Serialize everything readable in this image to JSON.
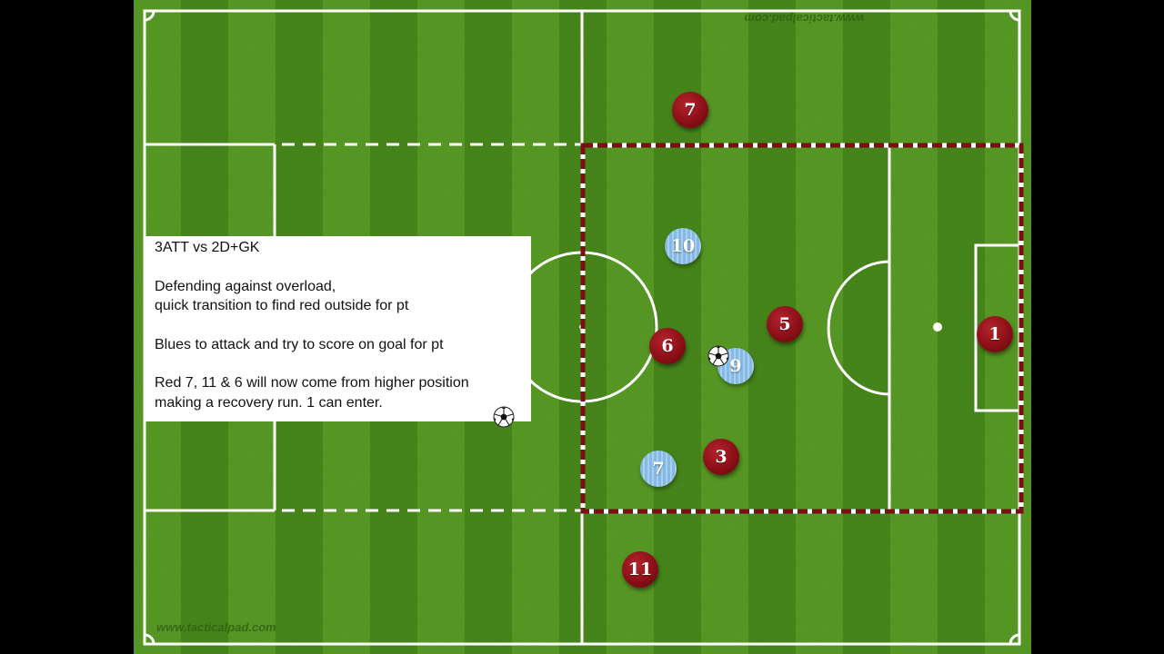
{
  "info": {
    "lines": [
      "3ATT vs 2D+GK",
      "Defending against overload,",
      "quick transition to find red outside for pt",
      "Blues to attack and try to score on goal for pt",
      "Red 7, 11 & 6 will now come from higher position",
      "making a recovery run. 1 can enter."
    ]
  },
  "watermarks": {
    "bottom": "www.tacticalpad.com",
    "top": "www.tacticalpad.com"
  },
  "players": [
    {
      "id": "red-7",
      "team": "red",
      "number": "7"
    },
    {
      "id": "red-6",
      "team": "red",
      "number": "6"
    },
    {
      "id": "red-5",
      "team": "red",
      "number": "5"
    },
    {
      "id": "red-3",
      "team": "red",
      "number": "3"
    },
    {
      "id": "red-11",
      "team": "red",
      "number": "11"
    },
    {
      "id": "red-1",
      "team": "red",
      "number": "1"
    },
    {
      "id": "blue-10",
      "team": "blue",
      "number": "10"
    },
    {
      "id": "blue-9",
      "team": "blue",
      "number": "9"
    },
    {
      "id": "blue-7",
      "team": "blue",
      "number": "7"
    }
  ],
  "colors": {
    "red_team": "#8c0f17",
    "blue_team": "#86b9e4",
    "grass_light": "#5f9f28",
    "grass_dark": "#4d8b1e",
    "zone_dash": "#7a1014",
    "lines": "#ffffff"
  },
  "balls": [
    "ball-with-9",
    "ball-by-text"
  ]
}
